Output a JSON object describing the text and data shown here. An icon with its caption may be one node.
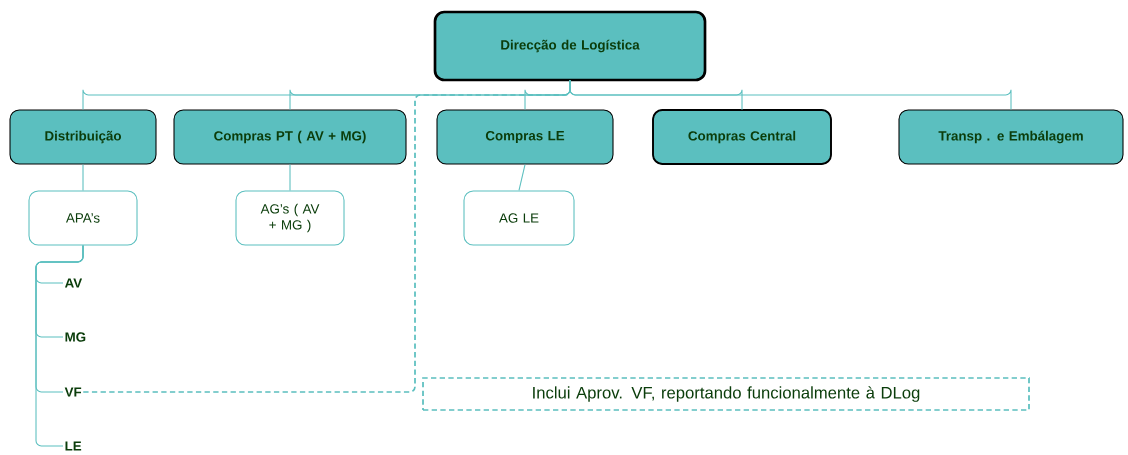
{
  "diagram": {
    "nodes": [
      {
        "text": [
          "Direcção de Logística"
        ]
      },
      {
        "text": [
          "Distribuição"
        ]
      },
      {
        "text": [
          "Compras PT ( AV + MG)"
        ]
      },
      {
        "text": [
          "Compras LE"
        ]
      },
      {
        "text": [
          "Compras  Central"
        ]
      },
      {
        "text": [
          "Transp . e Embálagem"
        ]
      },
      {
        "text": [
          "APA’s"
        ]
      },
      {
        "text": [
          "AG’s ( AV + MG )"
        ]
      },
      {
        "text": [
          "AG LE"
        ]
      },
      {
        "text": [
          "AV"
        ]
      },
      {
        "text": [
          "MG"
        ]
      },
      {
        "text": [
          "VF"
        ]
      },
      {
        "text": [
          "LE"
        ]
      },
      {
        "text": [
          "Inclui Aprov. VF, reportando funcionalmente à DLog"
        ]
      }
    ],
    "edges": [
      {
        "from": 0,
        "to": 1,
        "arrow": "none"
      },
      {
        "from": 0,
        "to": 2,
        "arrow": "none"
      },
      {
        "from": 0,
        "to": 3,
        "arrow": "none"
      },
      {
        "from": 0,
        "to": 4,
        "arrow": "none"
      },
      {
        "from": 0,
        "to": 5,
        "arrow": "none"
      },
      {
        "from": 1,
        "to": 6,
        "arrow": "none"
      },
      {
        "from": 2,
        "to": 7,
        "arrow": "none"
      },
      {
        "from": 3,
        "to": 8,
        "arrow": "none"
      },
      {
        "from": 6,
        "to": 9,
        "arrow": "none"
      },
      {
        "from": 6,
        "to": 10,
        "arrow": "none"
      },
      {
        "from": 6,
        "to": 11,
        "arrow": "none"
      },
      {
        "from": 6,
        "to": 12,
        "arrow": "none"
      },
      {
        "from": 11,
        "to": 0,
        "arrow": "none",
        "style": "dashed"
      }
    ]
  }
}
